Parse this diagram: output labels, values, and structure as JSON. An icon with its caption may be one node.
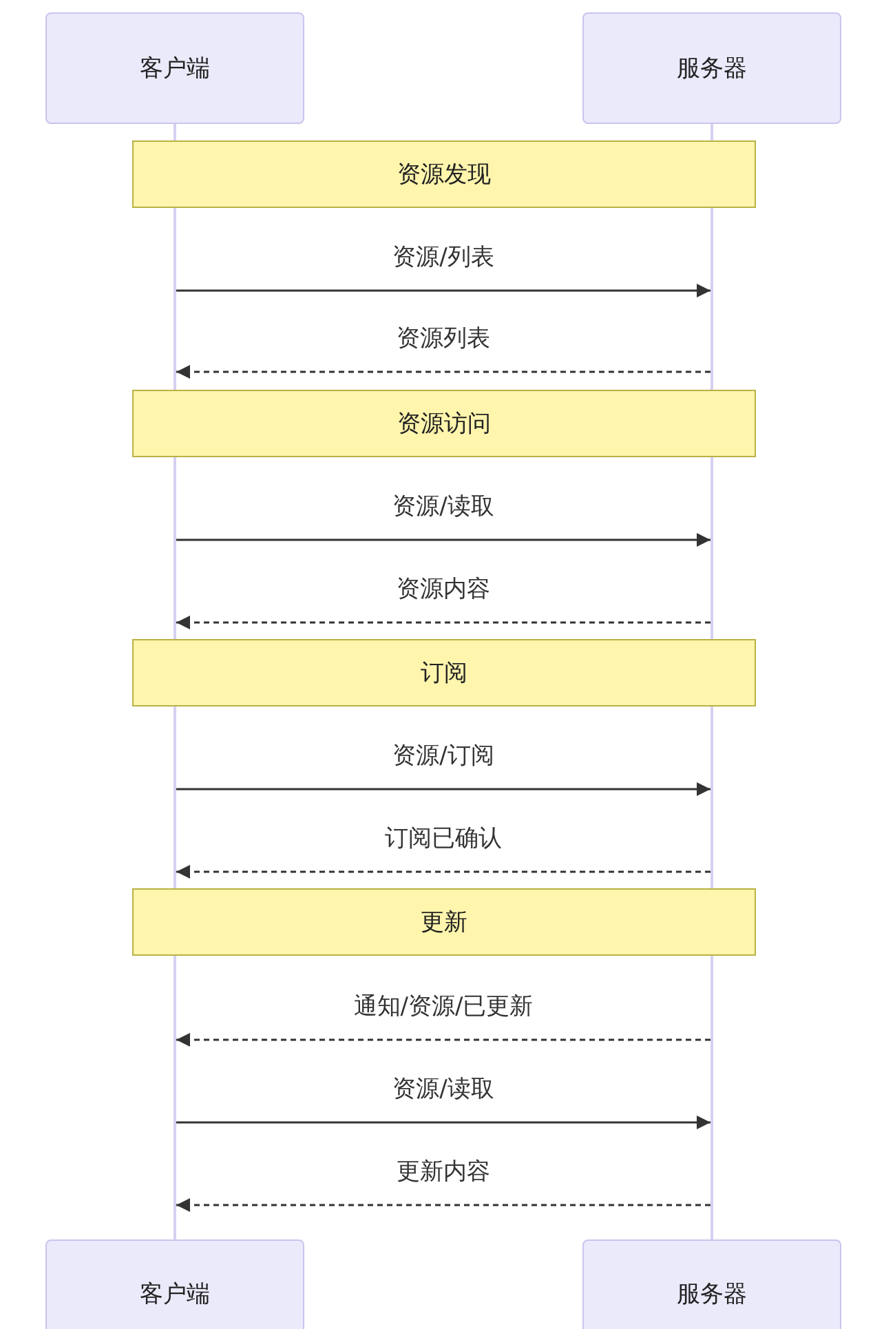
{
  "diagram": {
    "nodes": [
      {
        "text": [
          "客户端"
        ]
      },
      {
        "text": [
          "服务器"
        ]
      },
      {
        "text": [],
        "shape": "bar"
      },
      {
        "text": [],
        "shape": "bar"
      },
      {
        "text": [
          "资源发现"
        ]
      },
      {
        "text": [
          "资源访问"
        ]
      },
      {
        "text": [
          "订阅"
        ]
      },
      {
        "text": [
          "更新"
        ]
      },
      {
        "text": [
          "客户端"
        ]
      },
      {
        "text": [
          "服务器"
        ]
      }
    ],
    "edges": [
      {
        "from": 2,
        "to": 3,
        "arrow": "to",
        "label": "资源/列表"
      },
      {
        "from": 3,
        "to": 2,
        "arrow": "to",
        "label": "资源列表",
        "style": "dashed"
      },
      {
        "from": 2,
        "to": 3,
        "arrow": "to",
        "label": "资源/读取"
      },
      {
        "from": 3,
        "to": 2,
        "arrow": "to",
        "label": "资源内容",
        "style": "dashed"
      },
      {
        "from": 2,
        "to": 3,
        "arrow": "to",
        "label": "资源/订阅"
      },
      {
        "from": 3,
        "to": 2,
        "arrow": "to",
        "label": "订阅已确认",
        "style": "dashed"
      },
      {
        "from": 3,
        "to": 2,
        "arrow": "to",
        "label": "通知/资源/已更新",
        "style": "dashed"
      },
      {
        "from": 2,
        "to": 3,
        "arrow": "to",
        "label": "资源/读取"
      },
      {
        "from": 3,
        "to": 2,
        "arrow": "to",
        "label": "更新内容",
        "style": "dashed"
      }
    ]
  }
}
